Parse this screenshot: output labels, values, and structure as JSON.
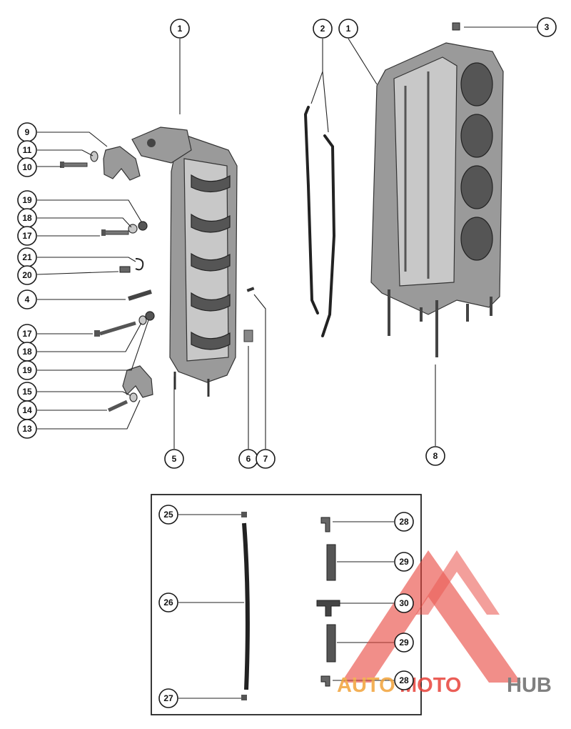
{
  "callouts": {
    "c1a": "1",
    "c2": "2",
    "c1b": "1",
    "c3": "3",
    "c9": "9",
    "c11": "11",
    "c10": "10",
    "c19a": "19",
    "c18a": "18",
    "c17a": "17",
    "c21": "21",
    "c20": "20",
    "c4": "4",
    "c17b": "17",
    "c18b": "18",
    "c19b": "19",
    "c15": "15",
    "c14": "14",
    "c13": "13",
    "c5": "5",
    "c6": "6",
    "c7": "7",
    "c8": "8",
    "c25": "25",
    "c26": "26",
    "c27": "27",
    "c28a": "28",
    "c29a": "29",
    "c30": "30",
    "c29b": "29",
    "c28b": "28"
  },
  "watermark": {
    "auto": "AUTO",
    "moto": "MOTO",
    "hub": "HUB",
    "color_red": "#e8433a",
    "color_orange": "#f2a33a",
    "color_gray": "#6a6a6a"
  }
}
